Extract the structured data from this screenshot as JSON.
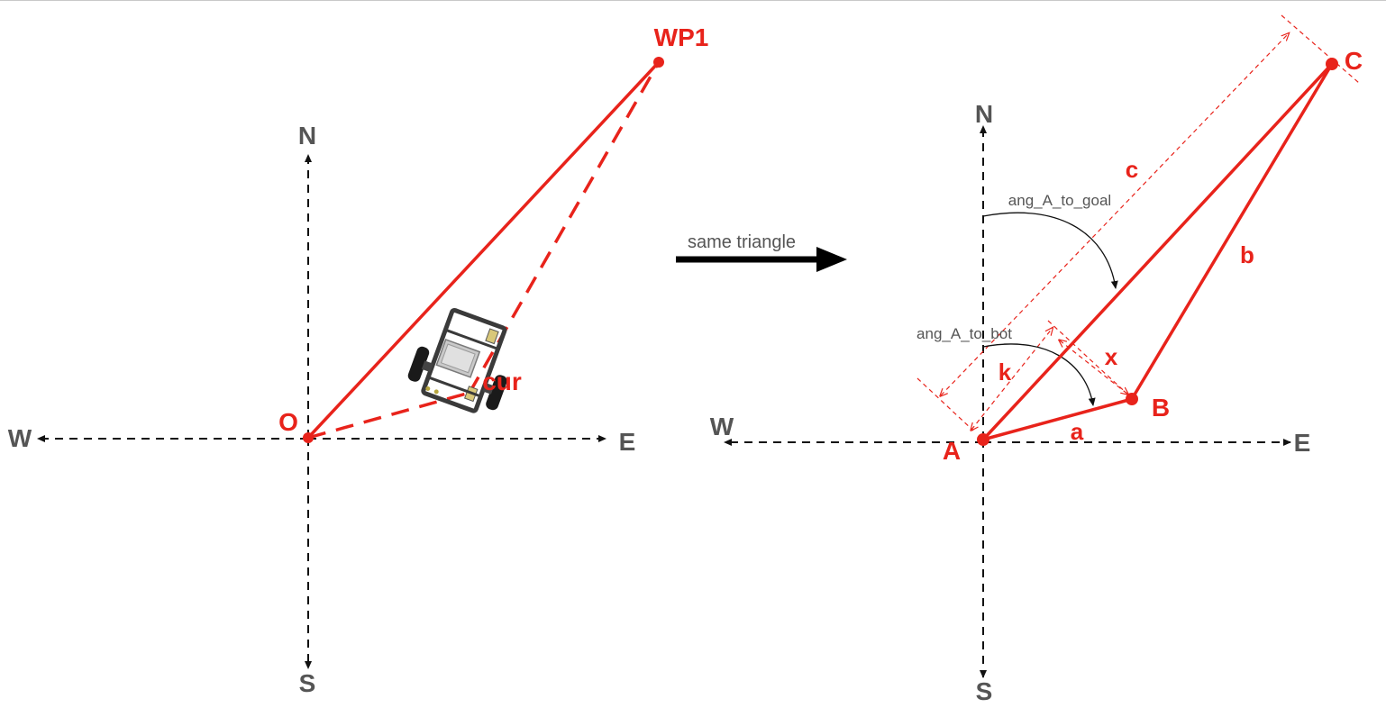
{
  "colors": {
    "accent_red": "#e8231b",
    "axis_black": "#111111",
    "label_gray": "#555555"
  },
  "left_diagram": {
    "compass": {
      "north": "N",
      "south": "S",
      "east": "E",
      "west": "W"
    },
    "points": {
      "origin": "O",
      "waypoint": "WP1",
      "current": "cur"
    },
    "robot_icon": "robot-car-icon"
  },
  "transition": {
    "label": "same triangle",
    "icon": "right-arrow-icon"
  },
  "right_diagram": {
    "compass": {
      "north": "N",
      "south": "S",
      "east": "E",
      "west": "W"
    },
    "points": {
      "a": "A",
      "b": "B",
      "c": "C"
    },
    "sides": {
      "a": "a",
      "b": "b",
      "c": "c"
    },
    "dimensions": {
      "k": "k",
      "x": "x"
    },
    "angles": {
      "to_goal": "ang_A_to_goal",
      "to_bot": "ang_A_to_bot"
    }
  }
}
